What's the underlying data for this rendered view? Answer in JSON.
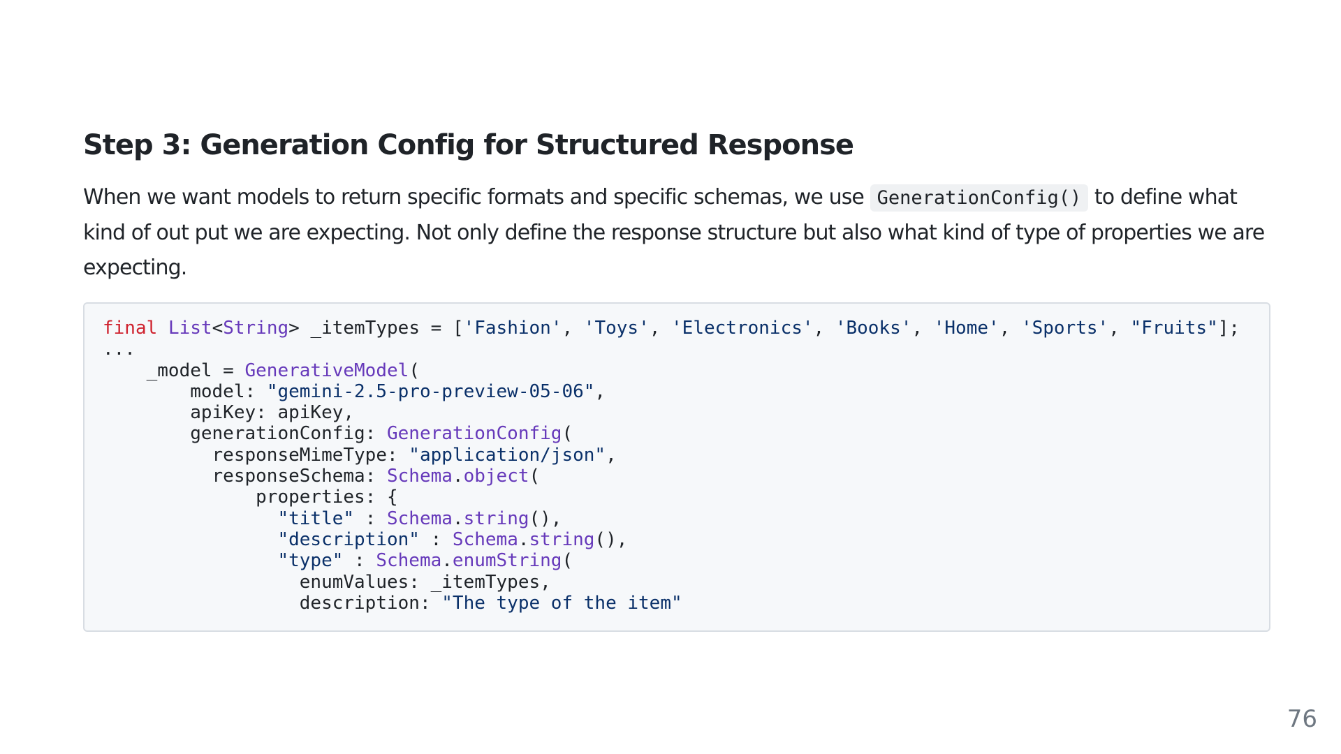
{
  "heading": "Step 3: Generation Config for Structured Response",
  "paragraph": {
    "before_code": "When we want models to return specific formats and specific schemas, we use ",
    "inline_code": "GenerationConfig()",
    "after_code": " to define what kind of out put we are expecting. Not only define the response structure but also what kind of type of properties we are expecting."
  },
  "code": {
    "lines": [
      [
        {
          "t": "final",
          "c": "kw"
        },
        {
          "t": " ",
          "c": "pl"
        },
        {
          "t": "List",
          "c": "ty"
        },
        {
          "t": "<",
          "c": "pl"
        },
        {
          "t": "String",
          "c": "ty"
        },
        {
          "t": "> _itemTypes = [",
          "c": "pl"
        },
        {
          "t": "'Fashion'",
          "c": "st"
        },
        {
          "t": ", ",
          "c": "pl"
        },
        {
          "t": "'Toys'",
          "c": "st"
        },
        {
          "t": ", ",
          "c": "pl"
        },
        {
          "t": "'Electronics'",
          "c": "st"
        },
        {
          "t": ", ",
          "c": "pl"
        },
        {
          "t": "'Books'",
          "c": "st"
        },
        {
          "t": ", ",
          "c": "pl"
        },
        {
          "t": "'Home'",
          "c": "st"
        },
        {
          "t": ", ",
          "c": "pl"
        },
        {
          "t": "'Sports'",
          "c": "st"
        },
        {
          "t": ", ",
          "c": "pl"
        },
        {
          "t": "\"Fruits\"",
          "c": "st"
        },
        {
          "t": "];",
          "c": "pl"
        }
      ],
      [
        {
          "t": "...",
          "c": "pl"
        }
      ],
      [
        {
          "t": "    _model = ",
          "c": "pl"
        },
        {
          "t": "GenerativeModel",
          "c": "ty"
        },
        {
          "t": "(",
          "c": "pl"
        }
      ],
      [
        {
          "t": "        model: ",
          "c": "pl"
        },
        {
          "t": "\"gemini-2.5-pro-preview-05-06\"",
          "c": "st"
        },
        {
          "t": ",",
          "c": "pl"
        }
      ],
      [
        {
          "t": "        apiKey: apiKey,",
          "c": "pl"
        }
      ],
      [
        {
          "t": "        generationConfig: ",
          "c": "pl"
        },
        {
          "t": "GenerationConfig",
          "c": "ty"
        },
        {
          "t": "(",
          "c": "pl"
        }
      ],
      [
        {
          "t": "          responseMimeType: ",
          "c": "pl"
        },
        {
          "t": "\"application/json\"",
          "c": "st"
        },
        {
          "t": ",",
          "c": "pl"
        }
      ],
      [
        {
          "t": "          responseSchema: ",
          "c": "pl"
        },
        {
          "t": "Schema",
          "c": "ty"
        },
        {
          "t": ".",
          "c": "pl"
        },
        {
          "t": "object",
          "c": "ty"
        },
        {
          "t": "(",
          "c": "pl"
        }
      ],
      [
        {
          "t": "              properties: {",
          "c": "pl"
        }
      ],
      [
        {
          "t": "                ",
          "c": "pl"
        },
        {
          "t": "\"title\"",
          "c": "st"
        },
        {
          "t": " : ",
          "c": "pl"
        },
        {
          "t": "Schema",
          "c": "ty"
        },
        {
          "t": ".",
          "c": "pl"
        },
        {
          "t": "string",
          "c": "ty"
        },
        {
          "t": "(),",
          "c": "pl"
        }
      ],
      [
        {
          "t": "                ",
          "c": "pl"
        },
        {
          "t": "\"description\"",
          "c": "st"
        },
        {
          "t": " : ",
          "c": "pl"
        },
        {
          "t": "Schema",
          "c": "ty"
        },
        {
          "t": ".",
          "c": "pl"
        },
        {
          "t": "string",
          "c": "ty"
        },
        {
          "t": "(),",
          "c": "pl"
        }
      ],
      [
        {
          "t": "                ",
          "c": "pl"
        },
        {
          "t": "\"type\"",
          "c": "st"
        },
        {
          "t": " : ",
          "c": "pl"
        },
        {
          "t": "Schema",
          "c": "ty"
        },
        {
          "t": ".",
          "c": "pl"
        },
        {
          "t": "enumString",
          "c": "ty"
        },
        {
          "t": "(",
          "c": "pl"
        }
      ],
      [
        {
          "t": "                  enumValues: _itemTypes,",
          "c": "pl"
        }
      ],
      [
        {
          "t": "                  description: ",
          "c": "pl"
        },
        {
          "t": "\"The type of the item\"",
          "c": "st"
        }
      ]
    ],
    "colors": {
      "kw": "#cf222e",
      "ty": "#6639ba",
      "st": "#0a3069",
      "pl": "#1f2328"
    }
  },
  "page_number": "76"
}
